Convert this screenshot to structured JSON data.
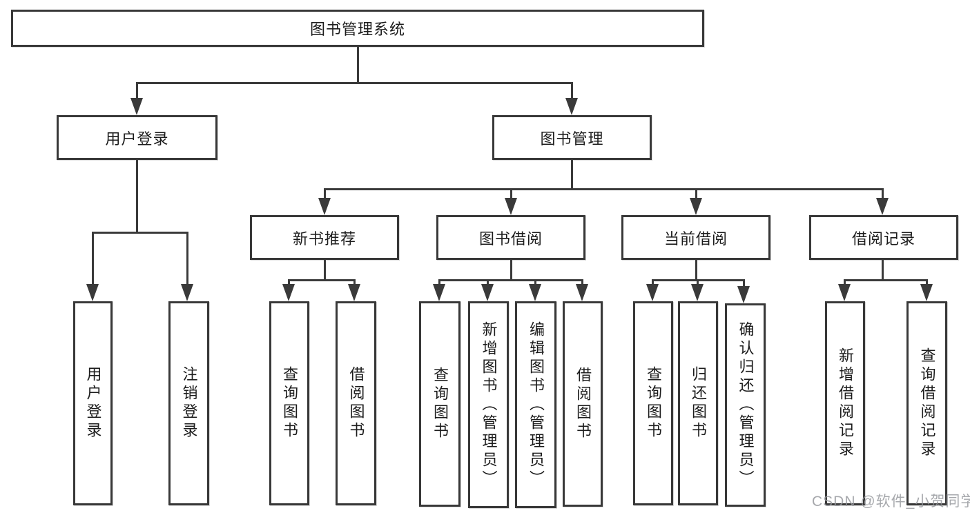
{
  "tree": {
    "label": "图书管理系统",
    "children": [
      {
        "label": "用户登录",
        "children": [
          {
            "label": "用户登录"
          },
          {
            "label": "注销登录"
          }
        ]
      },
      {
        "label": "图书管理",
        "children": [
          {
            "label": "新书推荐",
            "children": [
              {
                "label": "查询图书"
              },
              {
                "label": "借阅图书"
              }
            ]
          },
          {
            "label": "图书借阅",
            "children": [
              {
                "label": "查询图书"
              },
              {
                "label": "新增图书（管理员）"
              },
              {
                "label": "编辑图书（管理员）"
              },
              {
                "label": "借阅图书"
              }
            ]
          },
          {
            "label": "当前借阅",
            "children": [
              {
                "label": "查询图书"
              },
              {
                "label": "归还图书"
              },
              {
                "label": "确认归还（管理员）"
              }
            ]
          },
          {
            "label": "借阅记录",
            "children": [
              {
                "label": "新增借阅记录"
              },
              {
                "label": "查询借阅记录"
              }
            ]
          }
        ]
      }
    ]
  },
  "watermark": {
    "text": "CSDN @软件_小贺同学"
  },
  "colors": {
    "line": "#3a3a3a",
    "box_border": "#383838",
    "text": "#1c1c1c",
    "watermark": "#96999e",
    "background": "#ffffff"
  }
}
